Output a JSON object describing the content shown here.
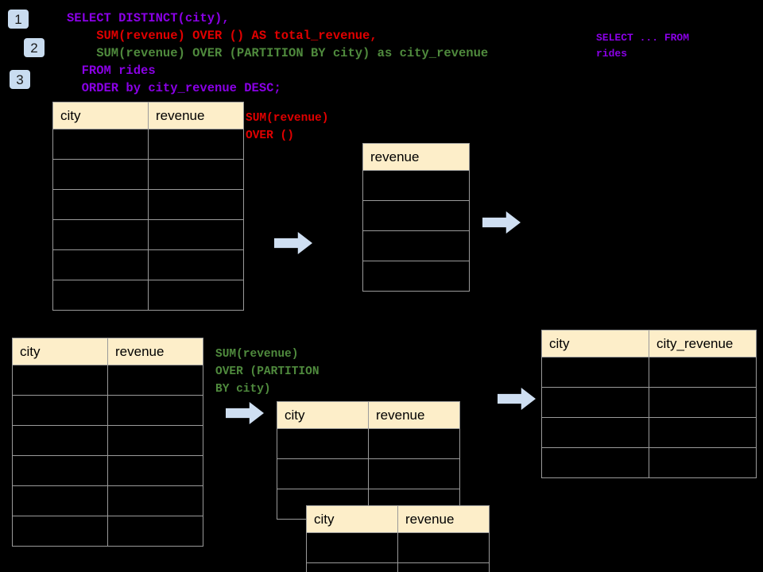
{
  "slide": {
    "background": "#000000",
    "accent_blue": "#cfdff2",
    "header_fill": "#fdeec9",
    "grid_line": "#9a9a9a",
    "purple": "#8a00e6",
    "red": "#e00000",
    "green": "#4f8a3d"
  },
  "badges": [
    {
      "label": "1"
    },
    {
      "label": "2"
    },
    {
      "label": "3"
    }
  ],
  "sql": {
    "line1": "SELECT DISTINCT(city),",
    "line2": "    SUM(revenue) OVER () AS total_revenue,",
    "line3": "    SUM(revenue) OVER (PARTITION BY city) as city_revenue",
    "line4": "  FROM rides",
    "line5": "  ORDER by city_revenue DESC;"
  },
  "annotations": {
    "select_from_rides": "SELECT ... FROM\nrides",
    "sum_over_empty": "SUM(revenue)\nOVER ()",
    "sum_over_partition": "SUM(revenue)\nOVER (PARTITION\nBY city)"
  },
  "tables": {
    "source_top": {
      "name": "rides-source-table-top",
      "columns": [
        "city",
        "revenue"
      ],
      "row_count": 6,
      "rows": [
        [
          "",
          ""
        ],
        [
          "",
          ""
        ],
        [
          "",
          ""
        ],
        [
          "",
          ""
        ],
        [
          "",
          ""
        ],
        [
          "",
          ""
        ]
      ]
    },
    "total_revenue": {
      "name": "total-revenue-table",
      "columns": [
        "revenue"
      ],
      "row_count": 4,
      "rows": [
        [
          ""
        ],
        [
          ""
        ],
        [
          ""
        ],
        [
          ""
        ]
      ]
    },
    "source_bottom": {
      "name": "rides-source-table-bottom",
      "columns": [
        "city",
        "revenue"
      ],
      "row_count": 6,
      "rows": [
        [
          "",
          ""
        ],
        [
          "",
          ""
        ],
        [
          "",
          ""
        ],
        [
          "",
          ""
        ],
        [
          "",
          ""
        ],
        [
          "",
          ""
        ]
      ]
    },
    "partition_a": {
      "name": "partition-group-table-a",
      "columns": [
        "city",
        "revenue"
      ],
      "row_count": 3,
      "rows": [
        [
          "",
          ""
        ],
        [
          "",
          ""
        ],
        [
          "",
          ""
        ]
      ]
    },
    "partition_b": {
      "name": "partition-group-table-b",
      "columns": [
        "city",
        "revenue"
      ],
      "row_count": 2,
      "rows": [
        [
          "",
          ""
        ],
        [
          "",
          ""
        ]
      ]
    },
    "result": {
      "name": "city-revenue-result-table",
      "columns": [
        "city",
        "city_revenue"
      ],
      "row_count": 4,
      "rows": [
        [
          "",
          ""
        ],
        [
          "",
          ""
        ],
        [
          "",
          ""
        ],
        [
          "",
          ""
        ]
      ]
    }
  },
  "arrows": [
    {
      "name": "arrow-source-to-total"
    },
    {
      "name": "arrow-total-to-result"
    },
    {
      "name": "arrow-source-to-partition"
    },
    {
      "name": "arrow-partition-to-result"
    }
  ]
}
